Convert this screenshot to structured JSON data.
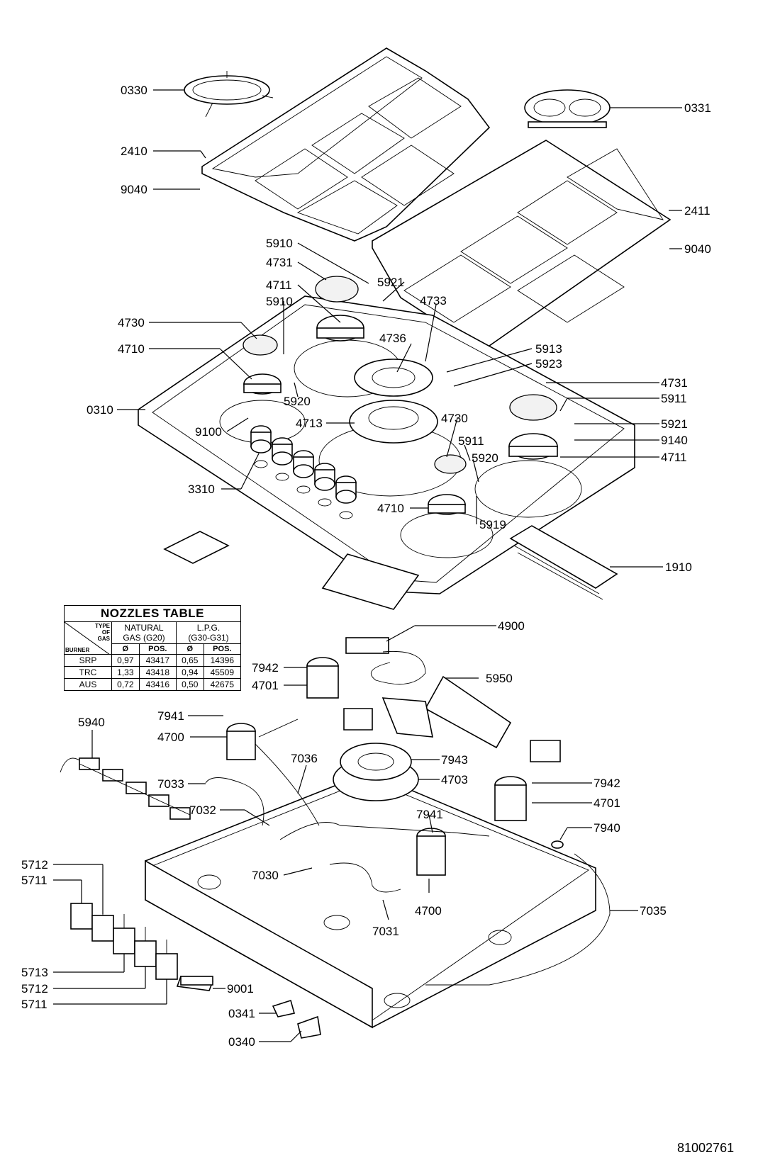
{
  "callouts": [
    {
      "id": "0330",
      "text": "0330"
    },
    {
      "id": "0331",
      "text": "0331"
    },
    {
      "id": "2410",
      "text": "2410"
    },
    {
      "id": "9040a",
      "text": "9040"
    },
    {
      "id": "2411",
      "text": "2411"
    },
    {
      "id": "9040b",
      "text": "9040"
    },
    {
      "id": "5910a",
      "text": "5910"
    },
    {
      "id": "4731a",
      "text": "4731"
    },
    {
      "id": "5921a",
      "text": "5921"
    },
    {
      "id": "4711a",
      "text": "4711"
    },
    {
      "id": "5910b",
      "text": "5910"
    },
    {
      "id": "4733",
      "text": "4733"
    },
    {
      "id": "4730a",
      "text": "4730"
    },
    {
      "id": "4736",
      "text": "4736"
    },
    {
      "id": "4710a",
      "text": "4710"
    },
    {
      "id": "5913",
      "text": "5913"
    },
    {
      "id": "5923",
      "text": "5923"
    },
    {
      "id": "4731b",
      "text": "4731"
    },
    {
      "id": "5911a",
      "text": "5911"
    },
    {
      "id": "0310",
      "text": "0310"
    },
    {
      "id": "5920a",
      "text": "5920"
    },
    {
      "id": "5921b",
      "text": "5921"
    },
    {
      "id": "9100",
      "text": "9100"
    },
    {
      "id": "4713",
      "text": "4713"
    },
    {
      "id": "4730b",
      "text": "4730"
    },
    {
      "id": "9140",
      "text": "9140"
    },
    {
      "id": "5911b",
      "text": "5911"
    },
    {
      "id": "4711b",
      "text": "4711"
    },
    {
      "id": "5920b",
      "text": "5920"
    },
    {
      "id": "3310",
      "text": "3310"
    },
    {
      "id": "4710b",
      "text": "4710"
    },
    {
      "id": "5919",
      "text": "5919"
    },
    {
      "id": "1910",
      "text": "1910"
    },
    {
      "id": "4900",
      "text": "4900"
    },
    {
      "id": "7942a",
      "text": "7942"
    },
    {
      "id": "4701a",
      "text": "4701"
    },
    {
      "id": "5950",
      "text": "5950"
    },
    {
      "id": "7941a",
      "text": "7941"
    },
    {
      "id": "5940",
      "text": "5940"
    },
    {
      "id": "4700a",
      "text": "4700"
    },
    {
      "id": "7036",
      "text": "7036"
    },
    {
      "id": "7943",
      "text": "7943"
    },
    {
      "id": "7033",
      "text": "7033"
    },
    {
      "id": "4703",
      "text": "4703"
    },
    {
      "id": "7942b",
      "text": "7942"
    },
    {
      "id": "4701b",
      "text": "4701"
    },
    {
      "id": "7032",
      "text": "7032"
    },
    {
      "id": "7941b",
      "text": "7941"
    },
    {
      "id": "7940",
      "text": "7940"
    },
    {
      "id": "5712a",
      "text": "5712"
    },
    {
      "id": "5711a",
      "text": "5711"
    },
    {
      "id": "7030",
      "text": "7030"
    },
    {
      "id": "4700b",
      "text": "4700"
    },
    {
      "id": "7035",
      "text": "7035"
    },
    {
      "id": "7031",
      "text": "7031"
    },
    {
      "id": "5713",
      "text": "5713"
    },
    {
      "id": "9001",
      "text": "9001"
    },
    {
      "id": "5712b",
      "text": "5712"
    },
    {
      "id": "5711b",
      "text": "5711"
    },
    {
      "id": "0341",
      "text": "0341"
    },
    {
      "id": "0340",
      "text": "0340"
    }
  ],
  "nozzles_table": {
    "title": "NOZZLES TABLE",
    "type_of_gas_label": "TYPE OF GAS",
    "burner_label": "BURNER",
    "natural_gas_line1": "NATURAL",
    "natural_gas_line2": "GAS (G20)",
    "lpg_line1": "L.P.G.",
    "lpg_line2": "(G30-G31)",
    "col_diameter": "Ø",
    "col_pos": "POS.",
    "rows": [
      {
        "burner": "SRP",
        "ng_d": "0,97",
        "ng_pos": "43417",
        "lpg_d": "0,65",
        "lpg_pos": "14396"
      },
      {
        "burner": "TRC",
        "ng_d": "1,33",
        "ng_pos": "43418",
        "lpg_d": "0,94",
        "lpg_pos": "45509"
      },
      {
        "burner": "AUS",
        "ng_d": "0,72",
        "ng_pos": "43416",
        "lpg_d": "0,50",
        "lpg_pos": "42675"
      }
    ]
  },
  "document_number": "81002761"
}
